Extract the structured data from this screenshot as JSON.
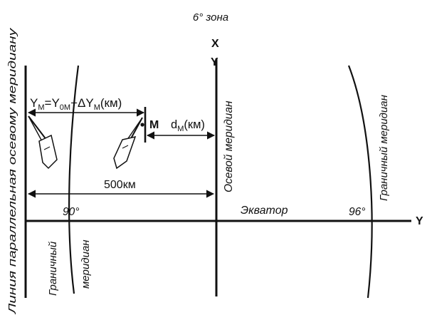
{
  "title": "6° зона",
  "axes": {
    "x_label": "X",
    "y_label": "Y",
    "y_axis_top_label": "Y"
  },
  "lines": {
    "parallel_line": "Линия параллельная осевому меридиану",
    "axial_meridian": "Осевой меридиан",
    "boundary_right": "Граничный меридиан",
    "boundary_left_1": "Граничный",
    "boundary_left_2": "меридиан",
    "equator": "Экватор"
  },
  "degrees": {
    "left": "90°",
    "right": "96°"
  },
  "point": {
    "name": "M"
  },
  "formulas": {
    "y_m": {
      "pre": "Y",
      "sub1": "M",
      "mid": "=Y",
      "sub2": "0M",
      "plus": "+ΔY",
      "sub3": "M",
      "post": "(км)"
    },
    "d_m": {
      "pre": "d",
      "sub": "M",
      "post": "(км)"
    }
  },
  "distance": "500км",
  "colors": {
    "ink": "#111111",
    "background": "#ffffff"
  }
}
